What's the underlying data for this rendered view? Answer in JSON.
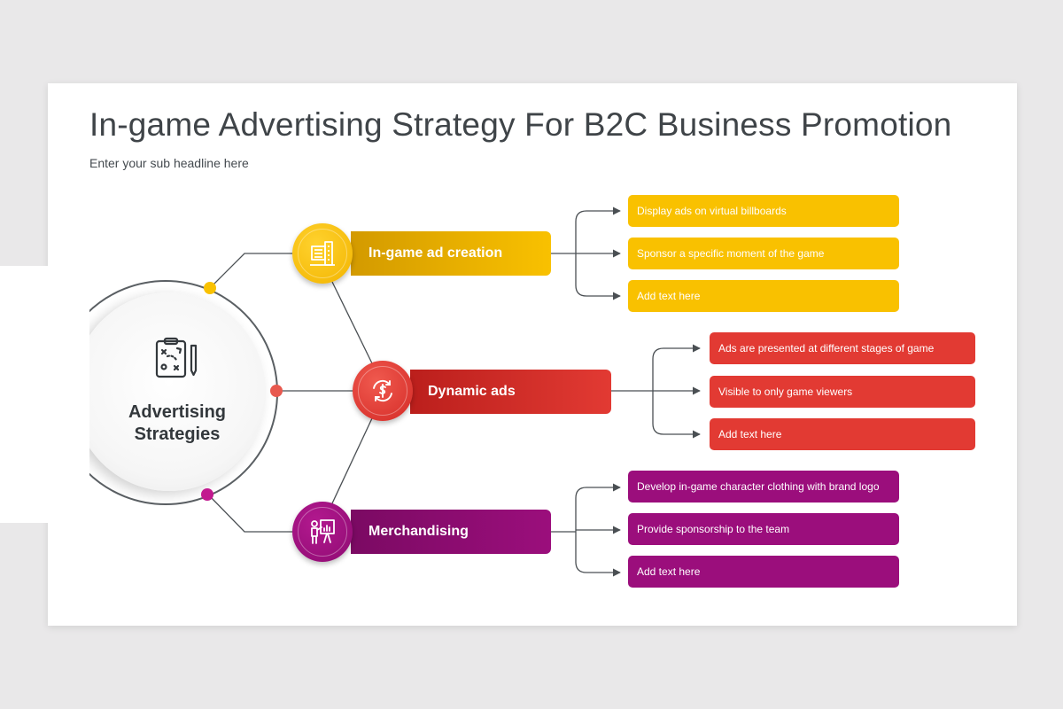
{
  "title": "In-game Advertising Strategy For B2C Business Promotion",
  "subtitle": "Enter your sub headline here",
  "hub": {
    "label_line1": "Advertising",
    "label_line2": "Strategies",
    "icon": "strategy-clipboard-icon"
  },
  "colors": {
    "yellow": "#f9c100",
    "red": "#e23a33",
    "purple": "#9b0e7c",
    "connector": "#4a4f53"
  },
  "branches": [
    {
      "label": "In-game ad creation",
      "icon": "billboard-icon",
      "items": [
        "Display ads on virtual billboards",
        "Sponsor a specific moment of the game",
        "Add text here"
      ]
    },
    {
      "label": "Dynamic ads",
      "icon": "dollar-refresh-icon",
      "items": [
        "Ads are presented at different stages of game",
        "Visible to only game viewers",
        "Add text here"
      ]
    },
    {
      "label": "Merchandising",
      "icon": "presenter-icon",
      "items": [
        "Develop in-game character clothing with brand logo",
        "Provide sponsorship to the team",
        "Add text here"
      ]
    }
  ]
}
